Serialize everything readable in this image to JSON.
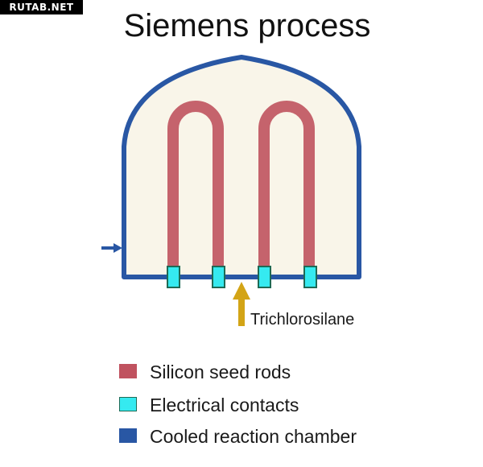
{
  "watermark": "RUTAB.NET",
  "title": "Siemens process",
  "inlet_label": "Trichlorosilane",
  "legend": [
    {
      "label": "Silicon seed rods",
      "color": "#c0525f"
    },
    {
      "label": "Electrical contacts",
      "color": "#35eaf0"
    },
    {
      "label": "Cooled reaction chamber",
      "color": "#2957a4"
    }
  ],
  "colors": {
    "chamber_fill": "#f9f5e9",
    "chamber_wall": "#2957a4",
    "rod": "#c5636c",
    "contact_fill": "#35eaf0",
    "contact_border": "#1f6a55",
    "inlet_arrow": "#d3a416"
  }
}
